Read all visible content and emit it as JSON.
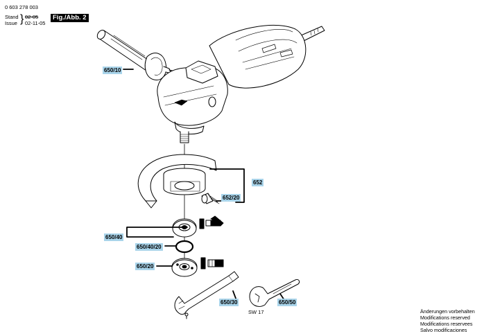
{
  "header": {
    "part_number": "0 603 278 003",
    "stand_label": "Stand",
    "issue_label": "Issue",
    "brace": "}",
    "old_date": "02-05",
    "new_date": "02-11-05",
    "figure_label": "Fig./Abb. 2"
  },
  "callouts": [
    {
      "id": "650-10",
      "text": "650/10"
    },
    {
      "id": "652",
      "text": "652"
    },
    {
      "id": "652-20",
      "text": "652/20"
    },
    {
      "id": "650-40",
      "text": "650/40"
    },
    {
      "id": "650-40-20",
      "text": "650/40/20"
    },
    {
      "id": "650-20",
      "text": "650/20"
    },
    {
      "id": "650-30",
      "text": "650/30"
    },
    {
      "id": "650-50",
      "text": "650/50"
    }
  ],
  "wrench_size": "SW 17",
  "notes": [
    "Änderungen vorbehalten",
    "Modifications reserved",
    "Modifications reservees",
    "Salvo modificaciones"
  ]
}
